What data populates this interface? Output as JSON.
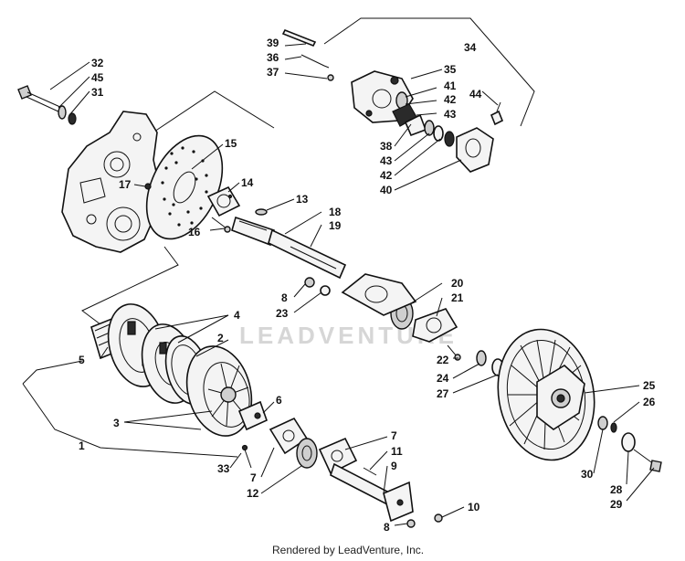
{
  "callouts": {
    "c1": "1",
    "c2": "2",
    "c3": "3",
    "c4": "4",
    "c5": "5",
    "c6": "6",
    "c7a": "7",
    "c7b": "7",
    "c8a": "8",
    "c8b": "8",
    "c9": "9",
    "c10": "10",
    "c11": "11",
    "c12": "12",
    "c13": "13",
    "c14": "14",
    "c15": "15",
    "c16": "16",
    "c17": "17",
    "c18": "18",
    "c19": "19",
    "c20": "20",
    "c21": "21",
    "c22": "22",
    "c23": "23",
    "c24": "24",
    "c25": "25",
    "c26": "26",
    "c27": "27",
    "c28": "28",
    "c29": "29",
    "c30": "30",
    "c31": "31",
    "c32": "32",
    "c33": "33",
    "c34": "34",
    "c35": "35",
    "c36": "36",
    "c37": "37",
    "c38": "38",
    "c39": "39",
    "c40": "40",
    "c41": "41",
    "c42a": "42",
    "c42b": "42",
    "c43a": "43",
    "c43b": "43",
    "c44": "44",
    "c45": "45"
  },
  "watermark": "LEADVENTURE",
  "credit": "Rendered by LeadVenture, Inc."
}
